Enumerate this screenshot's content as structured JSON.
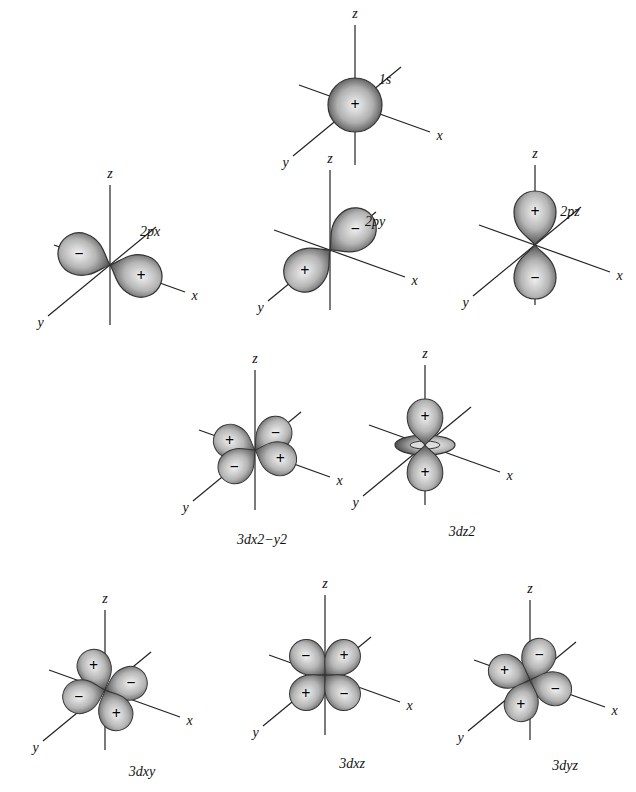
{
  "diagram": {
    "labels": [
      "z",
      "+",
      "1s",
      "x",
      "y",
      "z",
      "−",
      "+",
      "2px",
      "x",
      "y",
      "z",
      "−",
      "+",
      "2py",
      "x",
      "y",
      "z",
      "+",
      "−",
      "2pz",
      "x",
      "y",
      "z",
      "−",
      "+",
      "+",
      "−",
      "3dx2−y2",
      "x",
      "y",
      "z",
      "+",
      "+",
      "3dz2",
      "x",
      "y",
      "z",
      "+",
      "−",
      "−",
      "+",
      "3dxy",
      "x",
      "y",
      "z",
      "−",
      "+",
      "+",
      "−",
      "3dxz",
      "x",
      "y",
      "z",
      "−",
      "+",
      "−",
      "+",
      "3dyz",
      "x",
      "y"
    ]
  }
}
